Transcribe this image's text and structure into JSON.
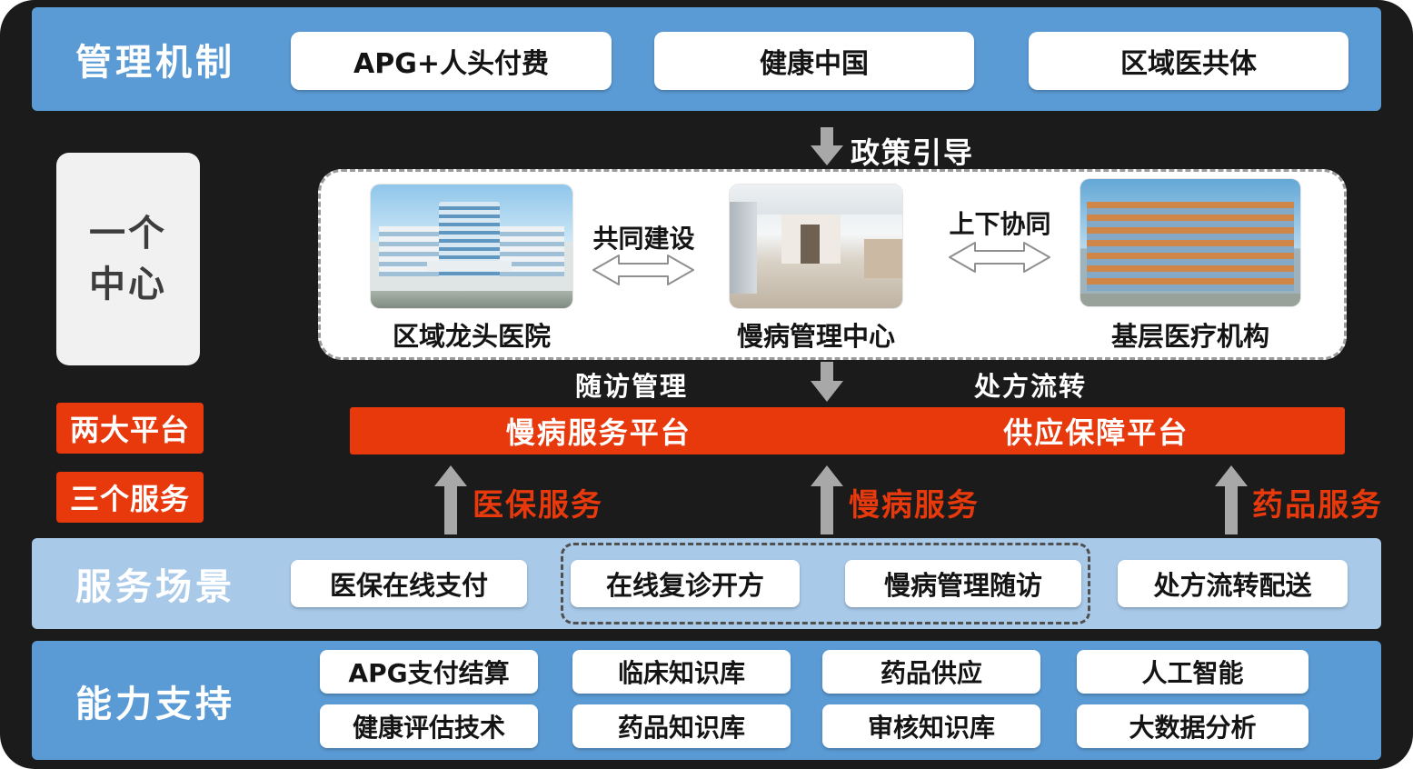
{
  "colors": {
    "background": "#1b1b1b",
    "band_blue": "#5b9bd5",
    "band_light_blue": "#a9c9e9",
    "accent_red": "#e8390d",
    "arrow_gray": "#a8a8a8",
    "box_white": "#ffffff"
  },
  "management": {
    "label": "管理机制",
    "items": [
      "APG+人头付费",
      "健康中国",
      "区域医共体"
    ]
  },
  "policy_arrow": {
    "label": "政策引导"
  },
  "one_center": {
    "line1": "一个",
    "line2": "中心"
  },
  "center_group": {
    "nodes": [
      {
        "label": "区域龙头医院"
      },
      {
        "label": "慢病管理中心"
      },
      {
        "label": "基层医疗机构"
      }
    ],
    "links": [
      {
        "label": "共同建设"
      },
      {
        "label": "上下协同"
      }
    ]
  },
  "flow_labels": {
    "left": "随访管理",
    "right": "处方流转"
  },
  "two_platforms": {
    "label": "两大平台",
    "platforms": [
      "慢病服务平台",
      "供应保障平台"
    ]
  },
  "three_services": {
    "label": "三个服务",
    "services": [
      "医保服务",
      "慢病服务",
      "药品服务"
    ]
  },
  "service_scenes": {
    "label": "服务场景",
    "items": [
      "医保在线支付",
      "在线复诊开方",
      "慢病管理随访",
      "处方流转配送"
    ]
  },
  "capabilities": {
    "label": "能力支持",
    "row1": [
      "APG支付结算",
      "临床知识库",
      "药品供应",
      "人工智能"
    ],
    "row2": [
      "健康评估技术",
      "药品知识库",
      "审核知识库",
      "大数据分析"
    ]
  }
}
